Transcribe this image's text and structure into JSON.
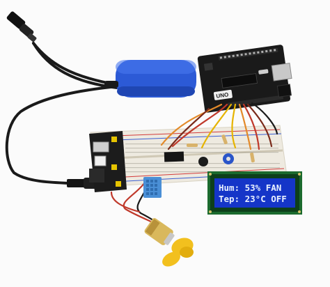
{
  "lcd": {
    "line1": "Hum: 53% FAN",
    "line2": "Tep: 23°C OFF"
  },
  "board": {
    "logo_text": "UNO"
  },
  "colors": {
    "battery": "#2c5ad6",
    "arduino": "#1a1a1a",
    "breadboard": "#eeeae0",
    "lcd_bezel": "#1b6a2e",
    "lcd_screen": "#1535c8",
    "dht11": "#4a8fd6",
    "fan_blade": "#f2c01e",
    "motor": "#d9b85c"
  },
  "icons": [
    "usb-port-icon",
    "dc-jack-icon"
  ]
}
